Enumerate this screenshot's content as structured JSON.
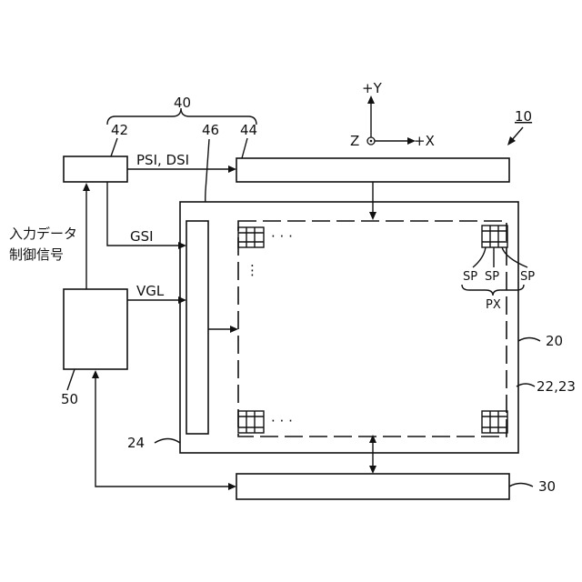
{
  "axes": {
    "y": "+Y",
    "x": "+X",
    "z": "Z"
  },
  "refs": {
    "device": "10",
    "controller_group": "40",
    "timing_controller": "42",
    "gate_driver": "46",
    "source_driver": "44",
    "panel": "20",
    "active_area": "22,23",
    "peripheral": "24",
    "backlight": "30",
    "power": "50"
  },
  "signals": {
    "psi_dsi": "PSI, DSI",
    "gsi": "GSI",
    "vgl": "VGL"
  },
  "input_label": [
    "入力データ",
    "制御信号"
  ],
  "subpixel": "SP",
  "pixel": "PX",
  "ellipsis_h": "· · ·",
  "ellipsis_v": "⋮"
}
